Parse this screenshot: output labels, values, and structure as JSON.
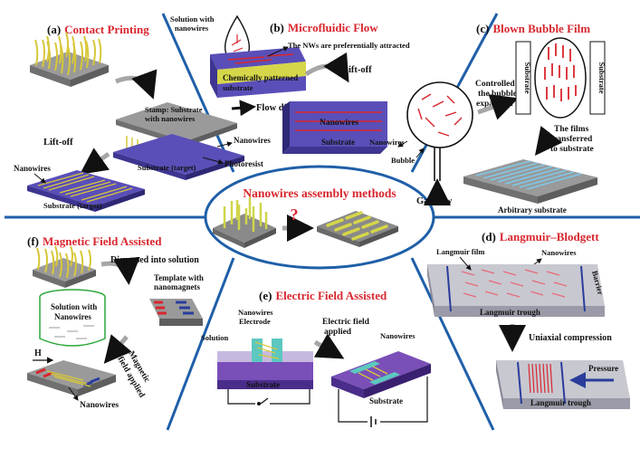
{
  "center": {
    "title": "Nanowires assembly methods",
    "question": "?"
  },
  "panels": {
    "a": {
      "prefix": "(a)",
      "title": "Contact Printing",
      "stamp1": "Stamp: Substrate",
      "stamp2": "with nanowires",
      "nanowires": "Nanowires",
      "photoresist": "Photoresist",
      "target": "Substrate (target)",
      "liftoff": "Lift-off",
      "nanowires2": "Nanowires",
      "target2": "Substrate (target)"
    },
    "b": {
      "prefix": "(b)",
      "title": "Microfluidic Flow",
      "solution1": "Solution with",
      "solution2": "nanowires",
      "attracted": "The NWs are preferentially attracted",
      "patterned1": "Chemically patterned",
      "patterned2": "substrate",
      "flow": "Flow direction",
      "liftoff": "Lift-off",
      "nanowires": "Nanowires",
      "substrate": "Substrate"
    },
    "c": {
      "prefix": "(c)",
      "title": "Blown Bubble Film",
      "substrate_left": "Substrate",
      "substrate_right": "Substrate",
      "controlled1": "Controlled",
      "controlled2": "the bubble",
      "controlled3": "expansion",
      "nanowires": "Nanowires",
      "bubble": "Bubble",
      "gasflow": "Gas flow",
      "films1": "The films",
      "films2": "transferred",
      "films3": "to substrate",
      "arbitrary": "Arbitrary substrate"
    },
    "d": {
      "prefix": "(d)",
      "title": "Langmuir–Blodgett",
      "film": "Langmuir film",
      "nanowires": "Nanowires",
      "barrier": "Barrier",
      "trough1": "Langmuir trough",
      "uniaxial": "Uniaxial compression",
      "pressure": "Pressure",
      "trough2": "Langmuir trough"
    },
    "e": {
      "prefix": "(e)",
      "title": "Electric Field Assisted",
      "nanowires": "Nanowires",
      "electrode": "Electrode",
      "solution": "Solution",
      "substrate1": "Substrate",
      "efield1": "Electric field",
      "efield2": "applied",
      "nanowires2": "Nanowires",
      "substrate2": "Substrate"
    },
    "f": {
      "prefix": "(f)",
      "title": "Magnetic Field Assisted",
      "dispersed": "Dispersed into solution",
      "solution1": "Solution with",
      "solution2": "Nanowires",
      "template1": "Template with",
      "template2": "nanomagnets",
      "h": "H",
      "magnetic1": "Magnetic",
      "magnetic2": "field applied",
      "nanowires": "Nanowires"
    }
  },
  "colors": {
    "accent": "#d8262e",
    "divider": "#1f5fa8",
    "ellipse": "#1f5fa8",
    "substrate": "#5a4fb8",
    "wire": "#d6d64a",
    "arrow": "#a6a6a6"
  }
}
